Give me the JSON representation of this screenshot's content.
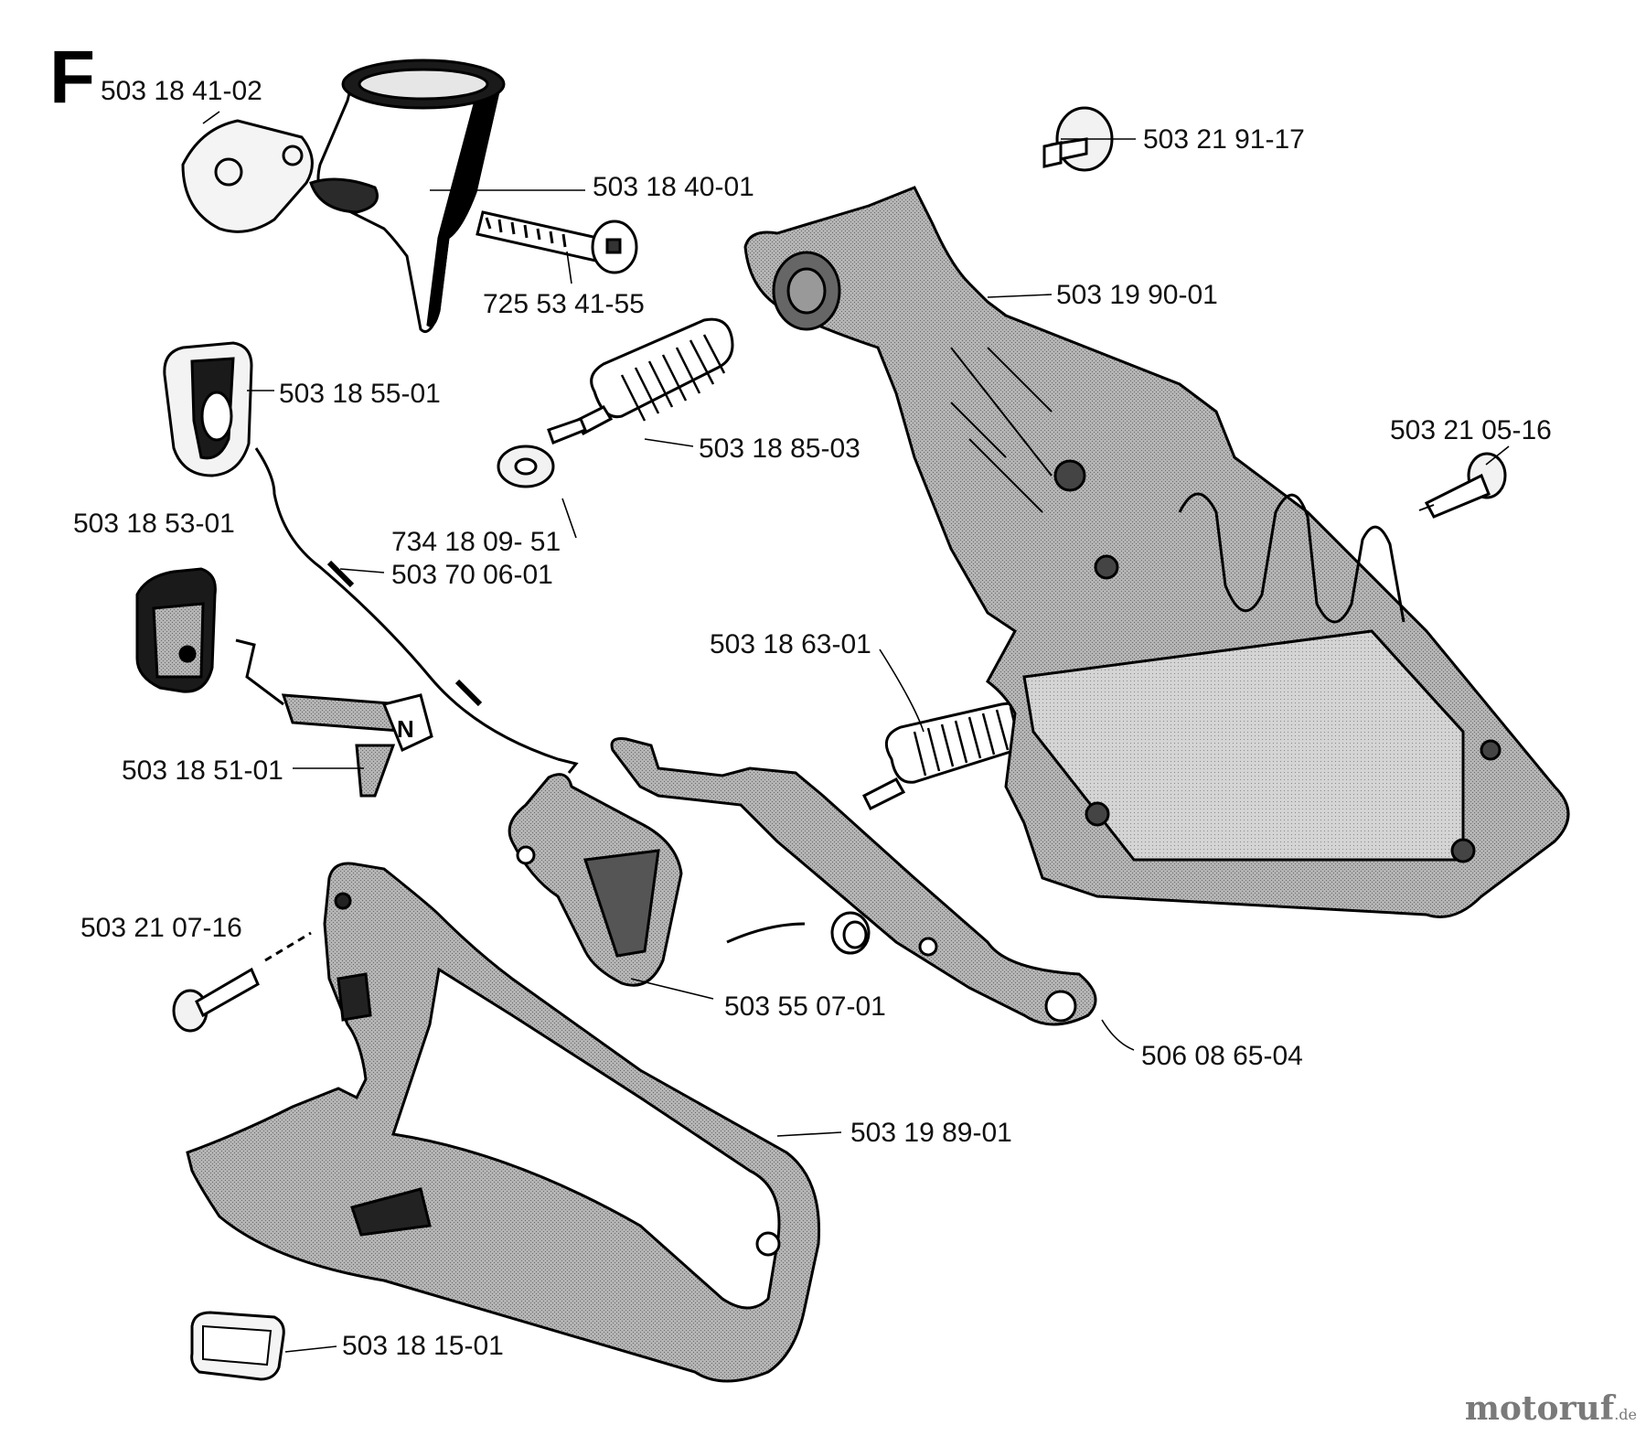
{
  "diagram": {
    "section_letter": "F",
    "part_numbers": {
      "p1": "503 18 41-02",
      "p2": "503 18 40-01",
      "p3": "725 53 41-55",
      "p4": "503 21 91-17",
      "p5": "503 19 90-01",
      "p6": "503 18 55-01",
      "p7": "503 18 85-03",
      "p8": "503 21 05-16",
      "p9": "503 18 53-01",
      "p10": "734 18 09- 51",
      "p11": "503 70 06-01",
      "p12": "503 18 63-01",
      "p13": "503 18 51-01",
      "p14": "503 21 07-16",
      "p15": "503 55 07-01",
      "p16": "506 08 65-04",
      "p17": "503 19 89-01",
      "p18": "503 18 15-01"
    }
  },
  "watermark": {
    "brand": "motoruf",
    "suffix": ".de"
  }
}
